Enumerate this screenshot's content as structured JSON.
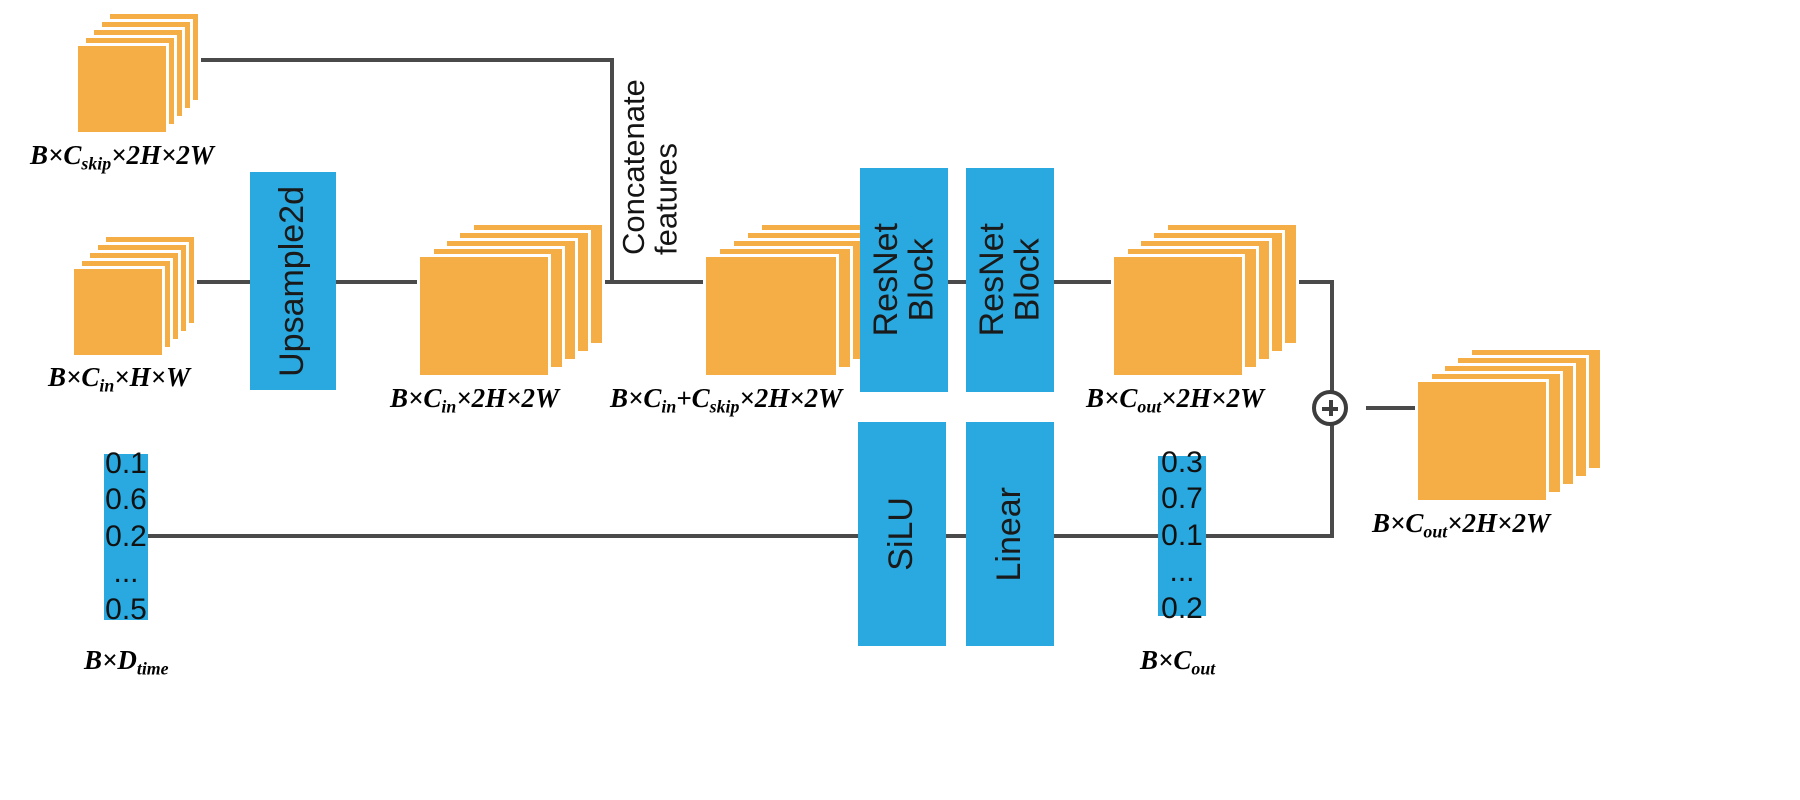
{
  "diagram": {
    "title": "UNet Decoder Up-Block with Time Embedding",
    "colors": {
      "feature_map": "#f5ad45",
      "operation_block": "#29a9e0",
      "wire": "#4a4a4a",
      "text": "#111111",
      "background": "#ffffff"
    },
    "annotations": {
      "concatenate": "Concatenate\nfeatures"
    },
    "blocks": [
      {
        "id": "upsample2d",
        "label": "Upsample2d"
      },
      {
        "id": "resnet-block-1",
        "label": "ResNet\nBlock"
      },
      {
        "id": "resnet-block-2",
        "label": "ResNet\nBlock"
      },
      {
        "id": "silu",
        "label": "SiLU"
      },
      {
        "id": "linear",
        "label": "Linear"
      }
    ],
    "vectors": [
      {
        "id": "time-embedding",
        "cells": [
          "0.1",
          "0.6",
          "0.2",
          "...",
          "0.5"
        ],
        "label_text": "B×D_time"
      },
      {
        "id": "projected-time-embedding",
        "cells": [
          "0.3",
          "0.7",
          "0.1",
          "...",
          "0.2"
        ],
        "label_text": "B×C_out"
      }
    ],
    "shape_labels": {
      "skip_input": {
        "prefix": "B×C",
        "sub": "skip",
        "suffix": "×2H×2W"
      },
      "main_input": {
        "prefix": "B×C",
        "sub": "in",
        "suffix": "×H×W"
      },
      "upsampled": {
        "prefix": "B×C",
        "sub": "in",
        "suffix": "×2H×2W"
      },
      "concatenated": {
        "prefix": "B×C",
        "sub": "in",
        "mid": "+C",
        "sub2": "skip",
        "suffix": "×2H×2W"
      },
      "resnet_out": {
        "prefix": "B×C",
        "sub": "out",
        "suffix": "×2H×2W"
      },
      "time_vec": {
        "prefix": "B×D",
        "sub": "time",
        "suffix": ""
      },
      "time_proj": {
        "prefix": "B×C",
        "sub": "out",
        "suffix": ""
      },
      "final_out": {
        "prefix": "B×C",
        "sub": "out",
        "suffix": "×2H×2W"
      }
    },
    "operators": {
      "add": "⊕"
    }
  }
}
